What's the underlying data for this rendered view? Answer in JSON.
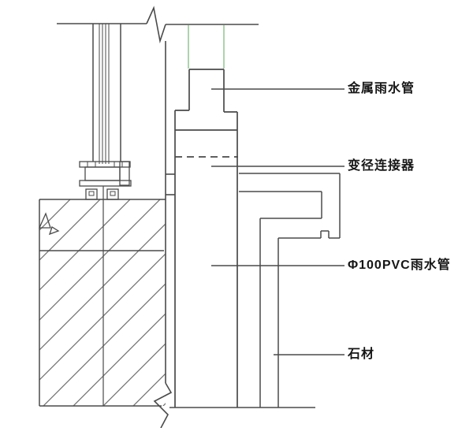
{
  "drawing": {
    "type": "architectural-detail-section",
    "labels": {
      "metal_pipe": "金属雨水管",
      "reducer": "变径连接器",
      "pvc_pipe": "Φ100PVC雨水管",
      "stone": "石材"
    },
    "colors": {
      "line": "#4a4a4a",
      "hatch": "#6e6e6e",
      "glass_accent_green": "#aed3ae",
      "text": "#161616",
      "background": "#ffffff"
    }
  }
}
